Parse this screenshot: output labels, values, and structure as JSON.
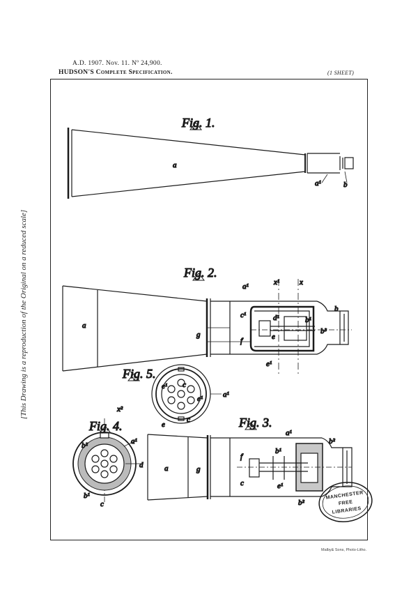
{
  "header": {
    "line1": "A.D. 1907.  Nov. 11.  Nº 24,900.",
    "line2_name": "HUDSON'S",
    "line2_rest": "Complete Specification.",
    "sheet": "(1 SHEET)"
  },
  "side_note": "[This Drawing is a reproduction of the Original on a reduced scale]",
  "credit": "Malby& Sons, Photo-Litho.",
  "stamp": {
    "line1": "MANCHESTER",
    "line2": "FREE",
    "line3": "LIBRARIES"
  },
  "figures": {
    "fig1": "Fig. 1.",
    "fig2": "Fig. 2.",
    "fig3": "Fig. 3.",
    "fig4": "Fig. 4.",
    "fig5": "Fig. 5."
  },
  "labels": {
    "a": "a",
    "a1": "a¹",
    "b": "b",
    "b1": "b¹",
    "b2": "b²",
    "b3": "b³",
    "c": "c",
    "c1": "c¹",
    "d": "d",
    "d1": "d¹",
    "e": "e",
    "e1": "e¹",
    "f": "f",
    "g": "g",
    "x": "x",
    "x1": "x¹",
    "x2": "x²"
  }
}
